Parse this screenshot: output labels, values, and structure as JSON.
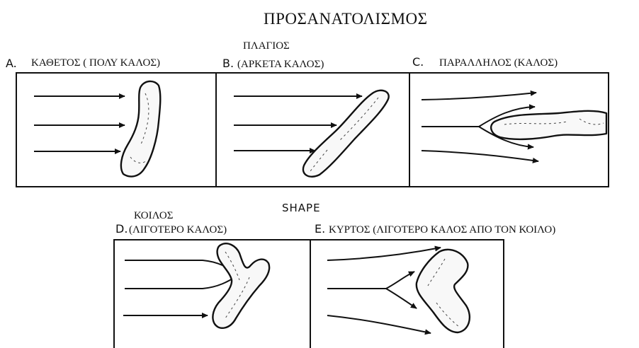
{
  "title": "ΠΡΟΣΑΝΑΤΟΛΙΣΜΟΣ",
  "shape_heading": "SHAPE",
  "panels": [
    {
      "letter": "A.",
      "caption": "ΚΑΘΕΤΟΣ ( ΠΟΛΥ ΚΑΛΟΣ)"
    },
    {
      "letter": "B.",
      "caption_line1": "ΠΛΑΓΙΟΣ",
      "caption_line2": "(ΑΡΚΕΤΑ ΚΑΛΟΣ)"
    },
    {
      "letter": "C.",
      "caption": "ΠΑΡΑΛΛΗΛΟΣ (ΚΑΛΟΣ)"
    },
    {
      "letter": "D.",
      "caption_line1": "ΚΟΙΛΟΣ",
      "caption_line2": "(ΛΙΓΟΤΕΡΟ ΚΑΛΟΣ)"
    },
    {
      "letter": "E.",
      "caption": "ΚΥΡΤΟΣ (ΛΙΓΟΤΕΡΟ ΚΑΛΟΣ ΑΠΟ ΤΟΝ ΚΟΙΛΟ)"
    }
  ]
}
